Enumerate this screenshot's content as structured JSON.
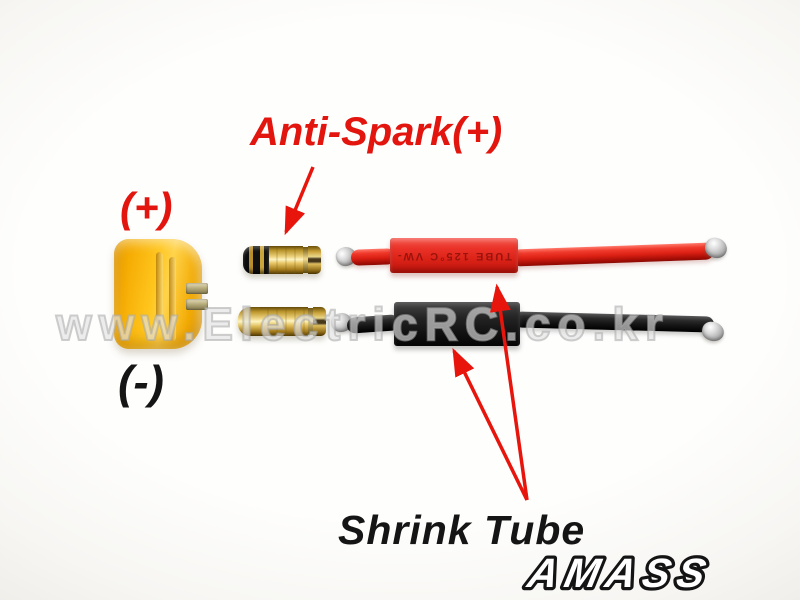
{
  "image": {
    "watermark_text": "www.ElectricRC.co.kr",
    "brand_text": "AMASS",
    "background_color": "#f7f6f3"
  },
  "labels": {
    "anti_spark": "Anti-Spark(+)",
    "positive": "(+)",
    "negative": "(-)",
    "shrink_tube": "Shrink Tube"
  },
  "parts": {
    "red_tube_marking": "TUBE 125°C VW-"
  },
  "colors": {
    "annotation_red": "#e2150f",
    "annotation_black": "#151515",
    "arrow_red": "#e8150d",
    "connector_yellow": "#f9b808",
    "wire_red": "#dc2014",
    "wire_black": "#161616",
    "gold": "#d7b353",
    "watermark_gray": "#b9b9b9"
  }
}
